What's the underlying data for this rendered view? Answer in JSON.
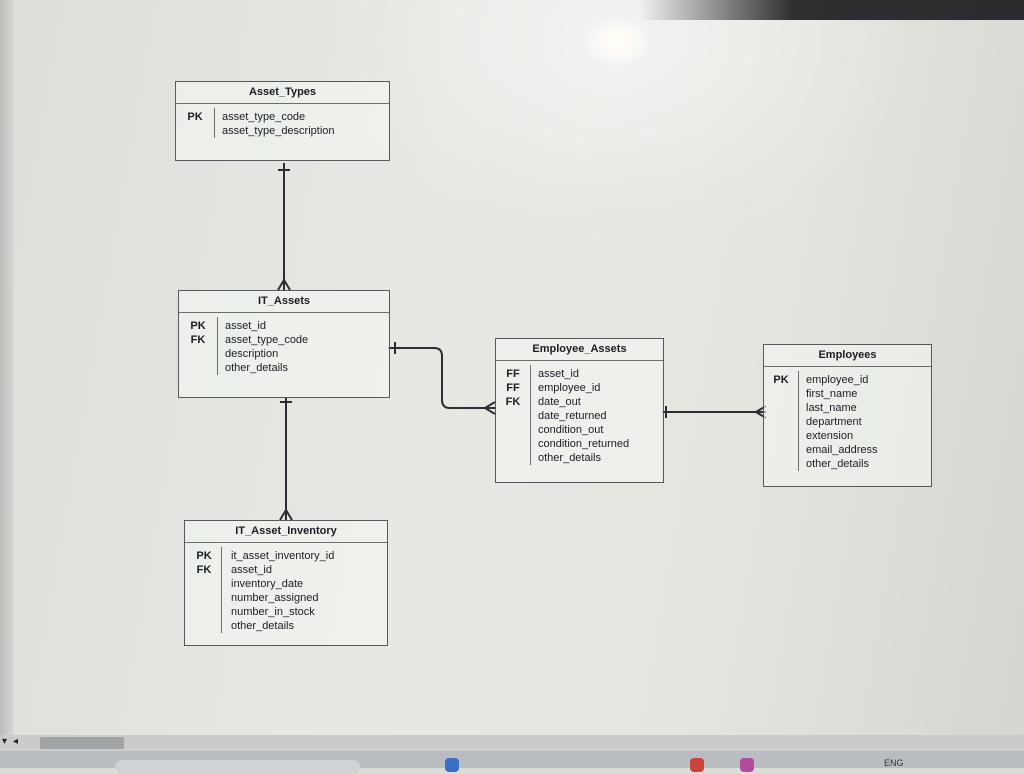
{
  "entities": {
    "asset_types": {
      "title": "Asset_Types",
      "keys": [
        "PK"
      ],
      "fields": [
        "asset_type_code",
        "asset_type_description"
      ]
    },
    "it_assets": {
      "title": "IT_Assets",
      "keys": [
        "PK",
        "FK"
      ],
      "fields": [
        "asset_id",
        "asset_type_code",
        "description",
        "other_details"
      ]
    },
    "it_asset_inventory": {
      "title": "IT_Asset_Inventory",
      "keys": [
        "PK",
        "FK"
      ],
      "fields": [
        "it_asset_inventory_id",
        "asset_id",
        "inventory_date",
        "number_assigned",
        "number_in_stock",
        "other_details"
      ]
    },
    "employee_assets": {
      "title": "Employee_Assets",
      "keys": [
        "FF",
        "FF",
        "FK"
      ],
      "fields": [
        "asset_id",
        "employee_id",
        "date_out",
        "date_returned",
        "condition_out",
        "condition_returned",
        "other_details"
      ]
    },
    "employees": {
      "title": "Employees",
      "keys": [
        "PK"
      ],
      "fields": [
        "employee_id",
        "first_name",
        "last_name",
        "department",
        "extension",
        "email_address",
        "other_details"
      ]
    }
  },
  "relationships": [
    {
      "from": "Asset_Types",
      "to": "IT_Assets",
      "from_end": "one",
      "to_end": "many"
    },
    {
      "from": "IT_Assets",
      "to": "IT_Asset_Inventory",
      "from_end": "one",
      "to_end": "many"
    },
    {
      "from": "IT_Assets",
      "to": "Employee_Assets",
      "from_end": "one",
      "to_end": "many"
    },
    {
      "from": "Employees",
      "to": "Employee_Assets",
      "from_end": "many",
      "to_end": "one"
    }
  ],
  "taskbar": {
    "tray_text": "ENG"
  },
  "colors": {
    "line": "#2b2f33",
    "border": "#555a5a",
    "text": "#1b1e22"
  }
}
